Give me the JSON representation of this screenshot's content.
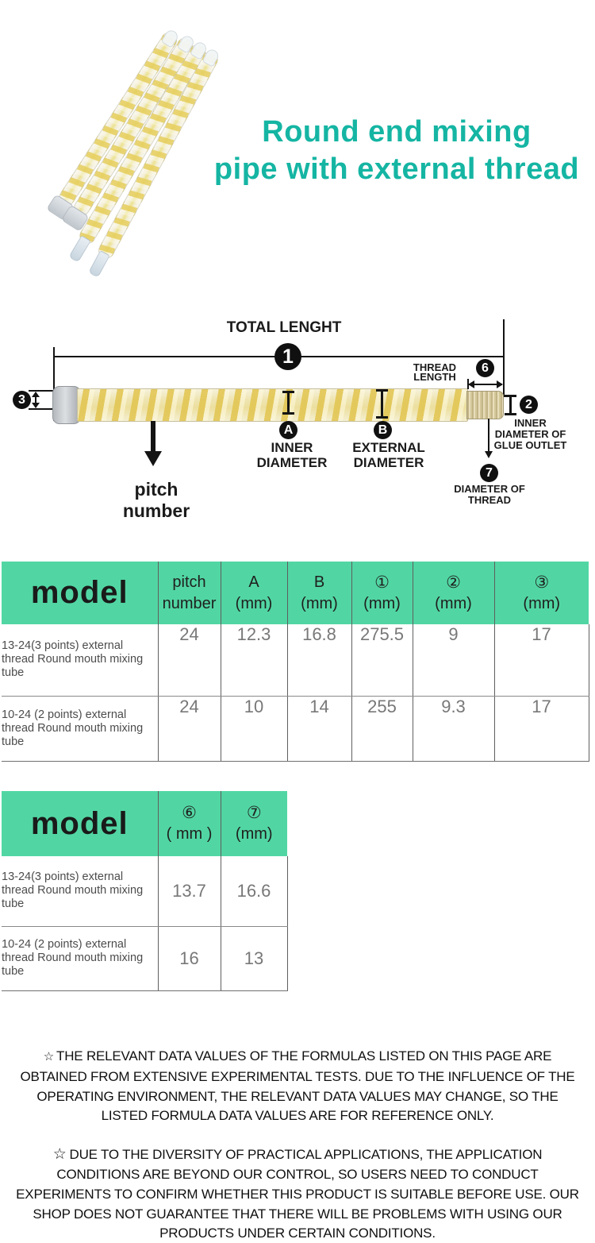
{
  "page": {
    "background": "#ffffff",
    "accent_teal": "#15b5a3",
    "table_header_green": "#51d6a3"
  },
  "hero": {
    "title_line1": "Round end mixing",
    "title_line2": "pipe with external thread"
  },
  "diagram": {
    "total_length_label": "TOTAL LENGHT",
    "thread_length_label": "THREAD LENGTH",
    "pitch_number_label": "pitch number",
    "inner_diameter_label": "INNER DIAMETER",
    "external_diameter_label": "EXTERNAL DIAMETER",
    "glue_outlet_label": "INNER DIAMETER OF GLUE OUTLET",
    "diameter_of_thread_label": "DIAMETER OF THREAD",
    "marker_1": "1",
    "marker_2": "2",
    "marker_3": "3",
    "marker_6": "6",
    "marker_7": "7",
    "marker_a": "A",
    "marker_b": "B"
  },
  "table1": {
    "header": {
      "model": "model",
      "pitch": "pitch number",
      "a_sym": "A",
      "b_sym": "B",
      "c1_sym": "①",
      "c2_sym": "②",
      "c3_sym": "③",
      "unit": "(mm)"
    },
    "rows": [
      {
        "label": "13-24(3 points) external thread Round mouth mixing tube",
        "pitch": "24",
        "a": "12.3",
        "b": "16.8",
        "c1": "275.5",
        "c2": "9",
        "c3": "17"
      },
      {
        "label": "10-24 (2 points) external thread Round mouth mixing tube",
        "pitch": "24",
        "a": "10",
        "b": "14",
        "c1": "255",
        "c2": "9.3",
        "c3": "17"
      }
    ]
  },
  "table2": {
    "header": {
      "model": "model",
      "c6_sym": "⑥",
      "c6_unit": "( mm )",
      "c7_sym": "⑦",
      "c7_unit": "(mm)"
    },
    "rows": [
      {
        "label": "13-24(3 points) external thread Round mouth mixing tube",
        "c6": "13.7",
        "c7": "16.6"
      },
      {
        "label": "10-24 (2 points) external thread Round mouth mixing tube",
        "c6": "16",
        "c7": "13"
      }
    ]
  },
  "disclaimer": {
    "star": "☆",
    "para1": "THE RELEVANT DATA VALUES OF THE FORMULAS LISTED ON THIS PAGE ARE OBTAINED FROM EXTENSIVE EXPERIMENTAL TESTS. DUE TO THE INFLUENCE OF THE OPERATING ENVIRONMENT, THE RELEVANT DATA VALUES MAY CHANGE, SO THE LISTED FORMULA DATA VALUES ARE FOR REFERENCE ONLY.",
    "para2": "DUE TO THE DIVERSITY OF PRACTICAL APPLICATIONS, THE APPLICATION CONDITIONS ARE BEYOND OUR CONTROL, SO USERS NEED TO CONDUCT EXPERIMENTS TO CONFIRM WHETHER THIS PRODUCT IS SUITABLE BEFORE USE. OUR SHOP DOES NOT GUARANTEE THAT THERE WILL BE PROBLEMS WITH USING OUR PRODUCTS UNDER CERTAIN CONDITIONS."
  }
}
